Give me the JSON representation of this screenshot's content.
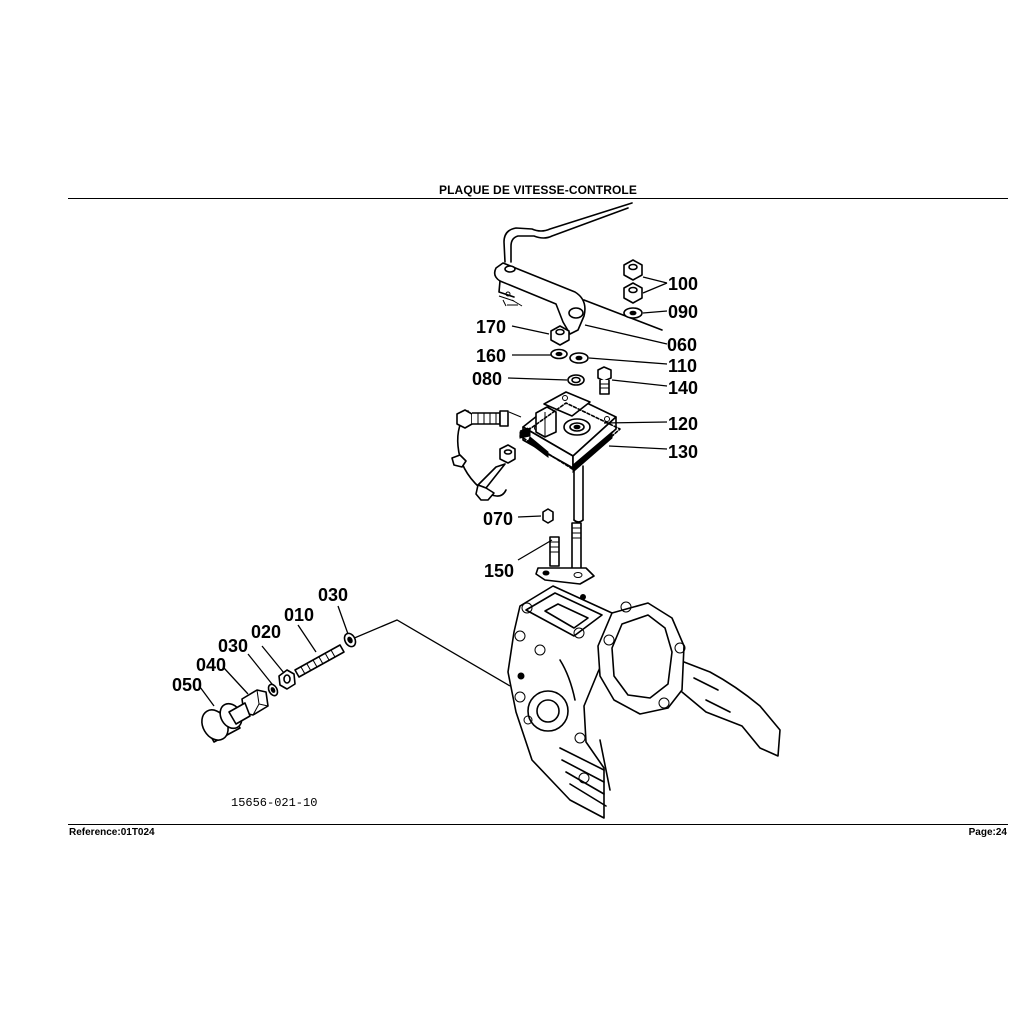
{
  "header": {
    "title": "PLAQUE DE VITESSE-CONTROLE"
  },
  "footer": {
    "reference": "Reference:01T024",
    "page": "Page:24"
  },
  "diagram": {
    "drawing_number": "15656-021-10",
    "part_labels": {
      "p100": "100",
      "p090": "090",
      "p170": "170",
      "p060": "060",
      "p160": "160",
      "p110": "110",
      "p080": "080",
      "p140": "140",
      "p120": "120",
      "p130": "130",
      "p070": "070",
      "p150": "150",
      "p030a": "030",
      "p010": "010",
      "p020": "020",
      "p030b": "030",
      "p040": "040",
      "p050": "050"
    }
  }
}
